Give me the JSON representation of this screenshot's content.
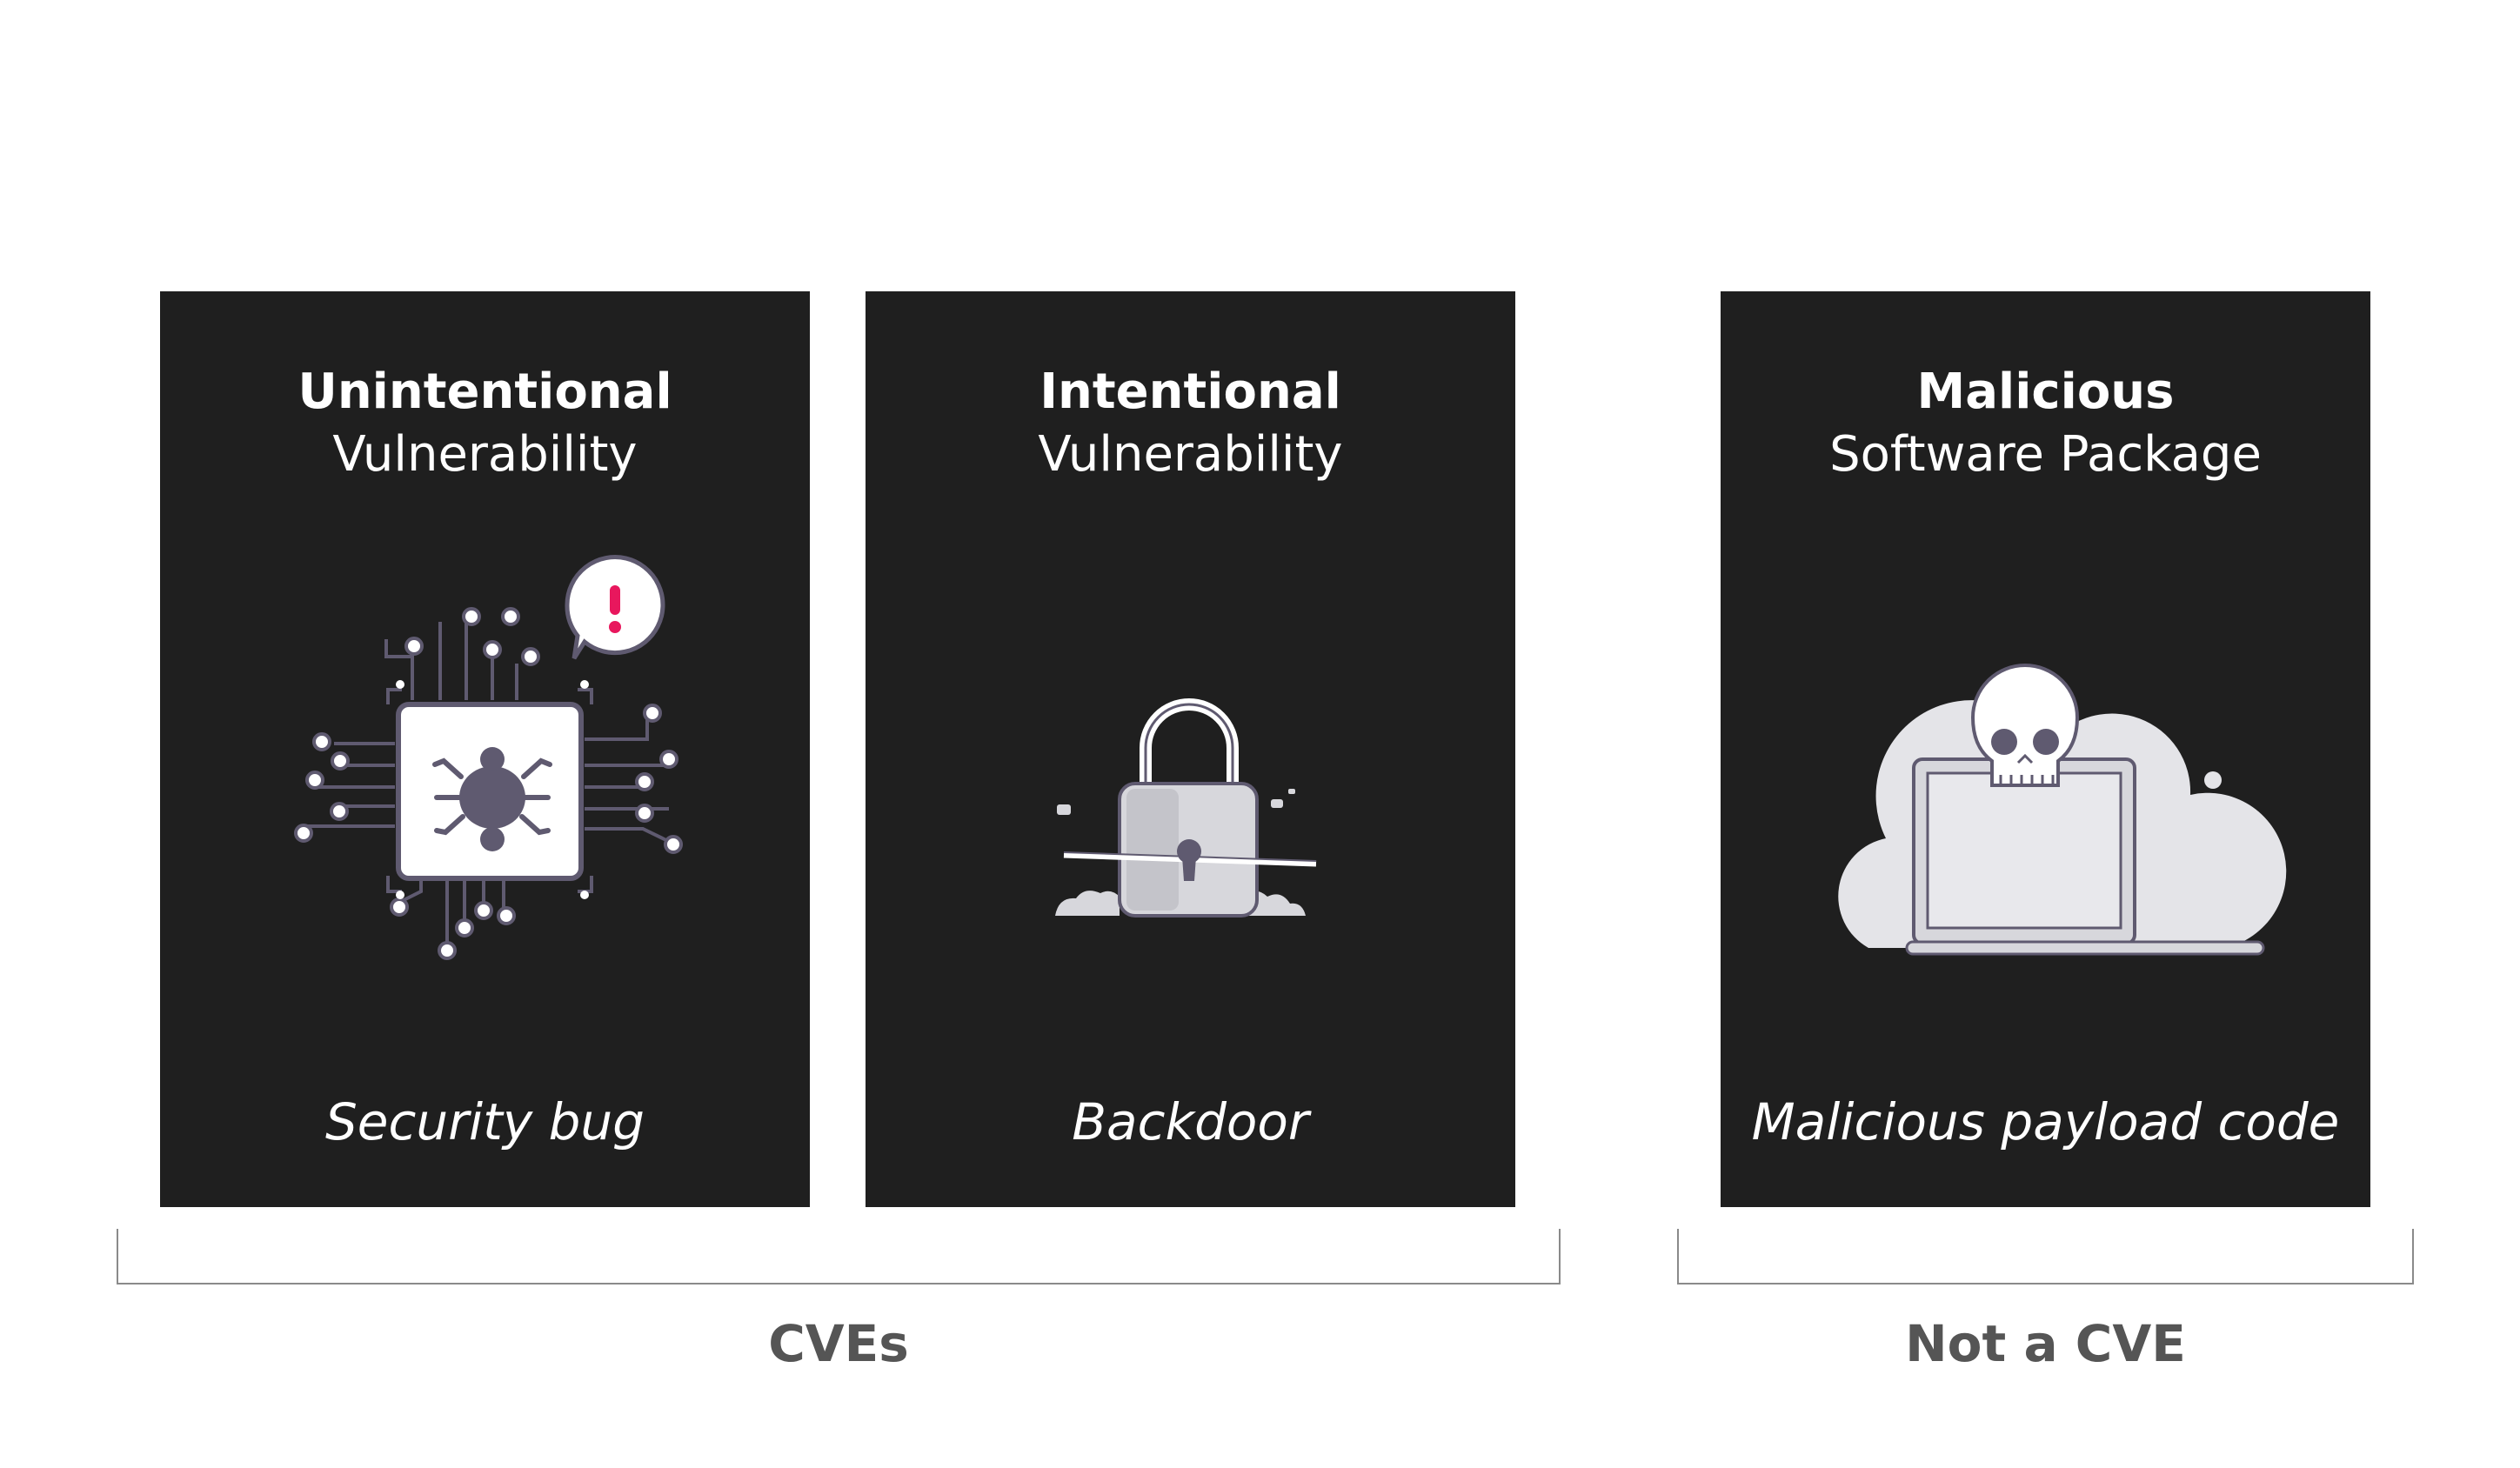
{
  "cards": [
    {
      "title_strong": "Unintentional",
      "title_light": "Vulnerability",
      "caption": "Security bug",
      "icon": "bug-on-chip-icon"
    },
    {
      "title_strong": "Intentional",
      "title_light": "Vulnerability",
      "caption": "Backdoor",
      "icon": "broken-padlock-icon"
    },
    {
      "title_strong": "Malicious",
      "title_light": "Software Package",
      "caption": "Malicious payload code",
      "icon": "skull-laptop-cloud-icon"
    }
  ],
  "groups": [
    {
      "label": "CVEs"
    },
    {
      "label": "Not a CVE"
    }
  ],
  "colors": {
    "card_bg": "#1f1f1f",
    "icon_fill": "#5f5a70",
    "alert_red": "#e8175d",
    "light_gray": "#d7d7dc",
    "bracket": "#8a8a8a",
    "group_label": "#555555"
  }
}
